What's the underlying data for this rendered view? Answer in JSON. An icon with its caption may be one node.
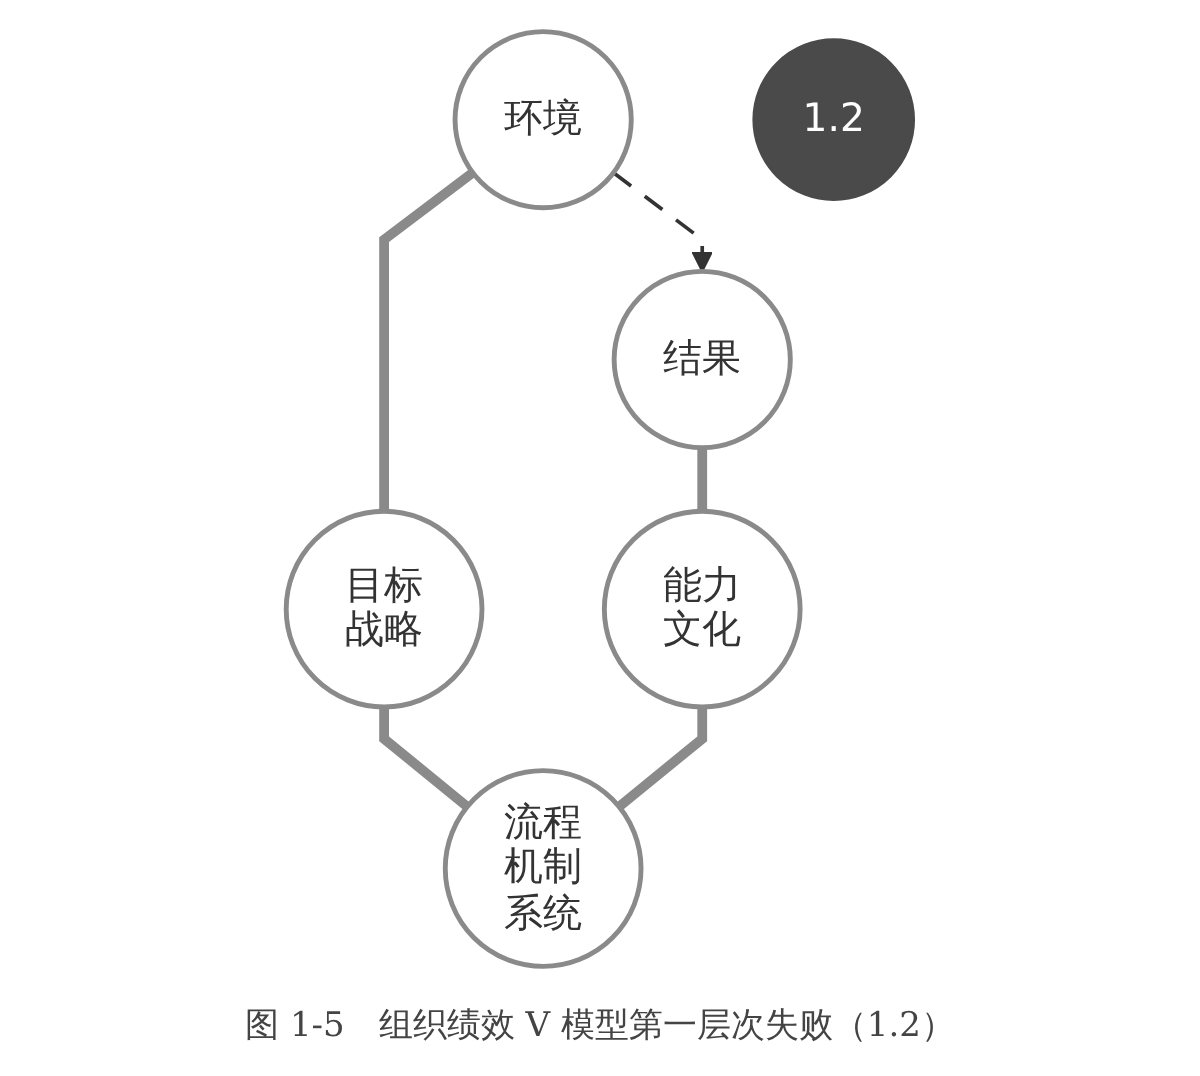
{
  "diagram": {
    "caption": "图 1-5　组织绩效 V 模型第一层次失败（1.2）",
    "nodes": [
      {
        "text": [
          "环境"
        ]
      },
      {
        "text": [
          "目标战略"
        ]
      },
      {
        "text": [
          "流程机制系统"
        ]
      },
      {
        "text": [
          "能力文化"
        ]
      },
      {
        "text": [
          "结果"
        ]
      },
      {
        "text": [
          "1.2"
        ]
      }
    ],
    "edges": [
      {
        "from": 0,
        "to": 1,
        "arrow": "none"
      },
      {
        "from": 1,
        "to": 2,
        "arrow": "none"
      },
      {
        "from": 3,
        "to": 2,
        "arrow": "none"
      },
      {
        "from": 4,
        "to": 3,
        "arrow": "none"
      },
      {
        "from": 0,
        "to": 4,
        "arrow": "to",
        "style": "dashed",
        "color": "#333333"
      }
    ]
  }
}
